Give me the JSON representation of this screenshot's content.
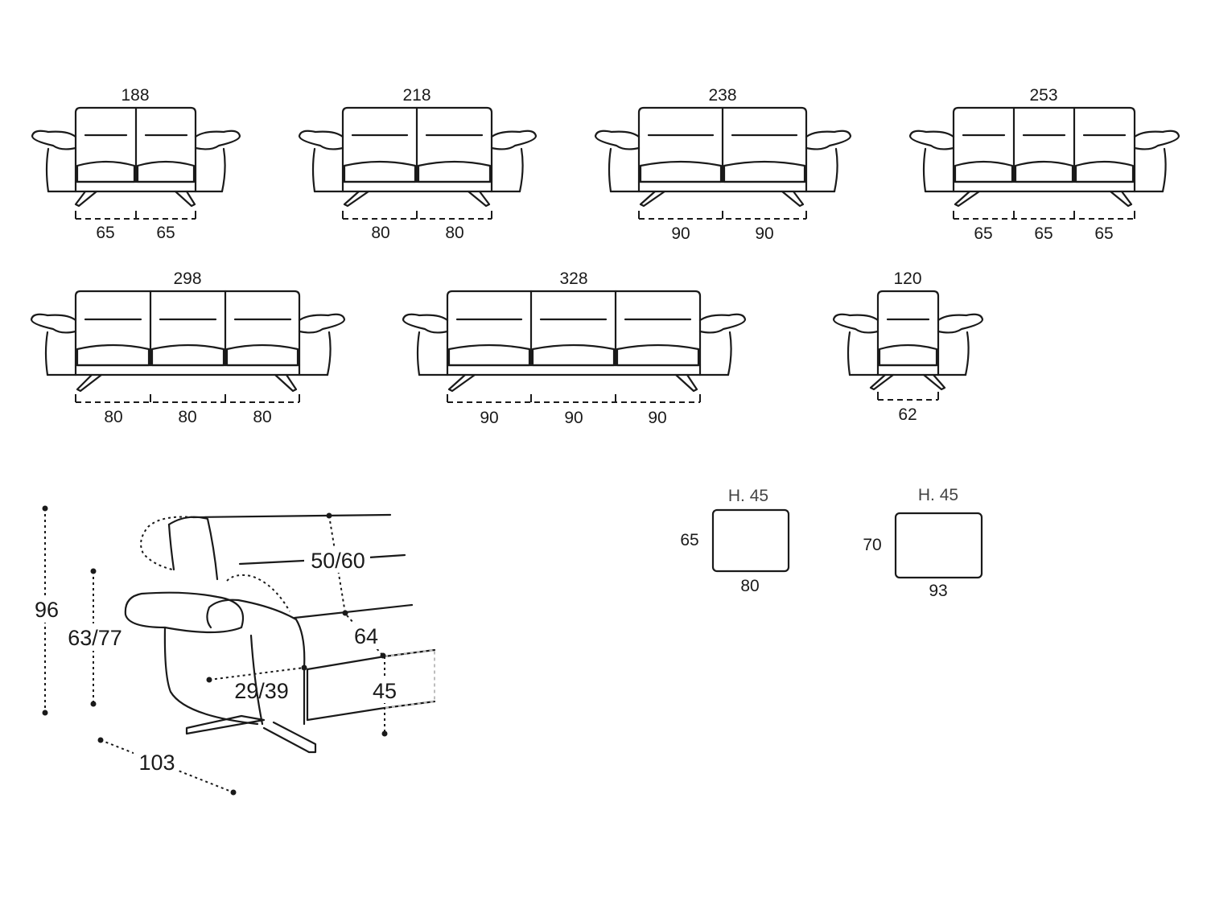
{
  "sofas": [
    {
      "width": "188",
      "seats": [
        "65",
        "65"
      ]
    },
    {
      "width": "218",
      "seats": [
        "80",
        "80"
      ]
    },
    {
      "width": "238",
      "seats": [
        "90",
        "90"
      ]
    },
    {
      "width": "253",
      "seats": [
        "65",
        "65",
        "65"
      ]
    },
    {
      "width": "298",
      "seats": [
        "80",
        "80",
        "80"
      ]
    },
    {
      "width": "328",
      "seats": [
        "90",
        "90",
        "90"
      ]
    },
    {
      "width": "120",
      "seats": [
        "62"
      ]
    }
  ],
  "side_view": {
    "total_height": "96",
    "arm_height": "63/77",
    "back_depth": "50/60",
    "seat_depth_total": "64",
    "seat_depth": "29/39",
    "seat_height": "45",
    "depth": "103"
  },
  "poufs": [
    {
      "height": "H. 45",
      "depth": "65",
      "width": "80"
    },
    {
      "height": "H. 45",
      "depth": "70",
      "width": "93"
    }
  ]
}
